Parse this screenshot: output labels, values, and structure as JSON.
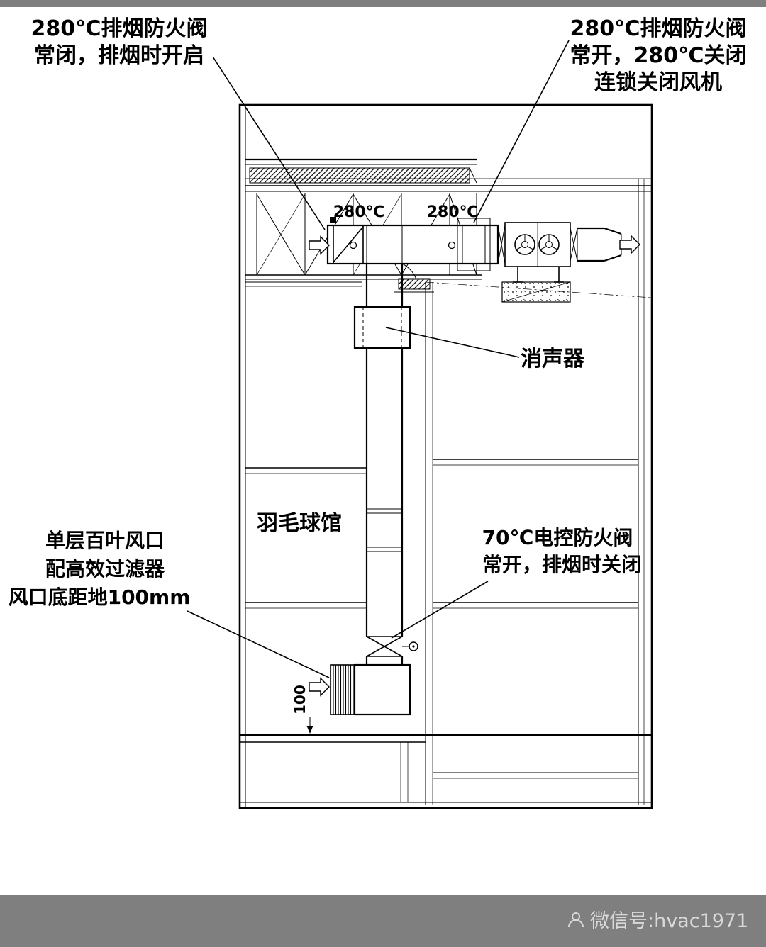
{
  "colors": {
    "background": "#ffffff",
    "line": "#000000",
    "band": "#7f7f7f",
    "watermark_text": "#d9d9d9"
  },
  "labels": {
    "tl1": "280℃排烟防火阀",
    "tl2": "常闭，排烟时开启",
    "tr1": "280℃排烟防火阀",
    "tr2": "常开，280℃关闭",
    "tr3": "连锁关闭风机",
    "temp1": "280℃",
    "temp2": "280℃",
    "silencer": "消声器",
    "hall": "羽毛球馆",
    "br1": "70℃电控防火阀",
    "br2": "常开，排烟时关闭",
    "bl1": "单层百叶风口",
    "bl2": "配高效过滤器",
    "bl3": "风口底距地100mm",
    "dim100": "100"
  },
  "watermark": {
    "text": "微信号:hvac1971"
  }
}
